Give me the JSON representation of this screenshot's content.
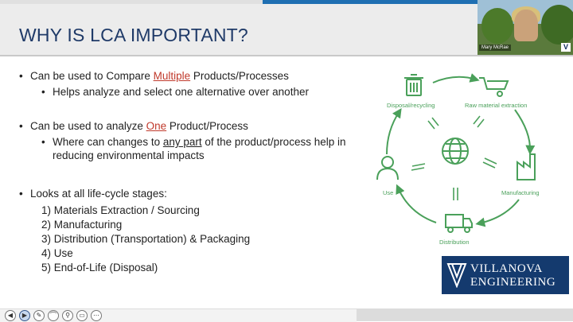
{
  "slide": {
    "title": "WHY IS LCA IMPORTANT?",
    "bullets": {
      "b1_pre": "Can be used to Compare ",
      "b1_em": "Multiple",
      "b1_post": " Products/Processes",
      "b1_sub": "Helps analyze and select one alternative over another",
      "b2_pre": "Can be used to analyze ",
      "b2_em": "One",
      "b2_post": " Product/Process",
      "b2_sub_pre": "Where can changes to ",
      "b2_sub_em": "any part",
      "b2_sub_post": " of the product/process help in",
      "b2_sub_line2": "reducing environmental impacts",
      "b3": "Looks at all life-cycle stages:",
      "stages": [
        "1) Materials Extraction / Sourcing",
        "2) Manufacturing",
        "3) Distribution (Transportation) & Packaging",
        "4) Use",
        "5) End-of-Life (Disposal)"
      ]
    },
    "diagram": {
      "labels": {
        "disposal": "Disposal/recycling",
        "raw": "Raw material extraction",
        "manufacturing": "Manufacturing",
        "distribution": "Distribution",
        "use": "Use"
      },
      "color": "#4aa05a"
    },
    "logo": {
      "line1": "VILLANOVA",
      "line2": "ENGINEERING"
    }
  },
  "video": {
    "participant_name": "Mary McRae",
    "logo_letter": "V"
  },
  "toolbar": {
    "buttons": [
      "◀",
      "▶",
      "✎",
      "⌒",
      "⚲",
      "▭",
      "⋯"
    ]
  }
}
